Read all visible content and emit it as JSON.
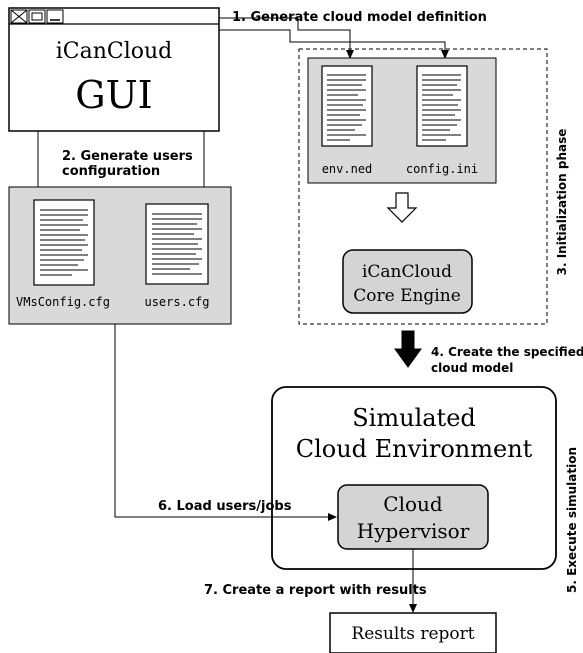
{
  "gui": {
    "line1": "iCanCloud",
    "line2": "GUI"
  },
  "steps": {
    "s1": "1. Generate cloud model definition",
    "s2_line1": "2. Generate users",
    "s2_line2": "configuration",
    "s3": "3. Initialization phase",
    "s4_line1": "4. Create the specified",
    "s4_line2": "cloud  model",
    "s5": "5. Execute simulation",
    "s6": "6. Load users/jobs",
    "s7": "7. Create a report with results"
  },
  "files": {
    "env": "env.ned",
    "config": "config.ini",
    "vms": "VMsConfig.cfg",
    "users": "users.cfg"
  },
  "core_engine": {
    "line1": "iCanCloud",
    "line2": "Core Engine"
  },
  "simulated_env": {
    "line1": "Simulated",
    "line2": "Cloud Environment"
  },
  "hypervisor": {
    "line1": "Cloud",
    "line2": "Hypervisor"
  },
  "results": "Results report",
  "colors": {
    "panel_gray": "#d9d9d9",
    "box_gray": "#d4d4d4",
    "stroke": "#000000"
  }
}
